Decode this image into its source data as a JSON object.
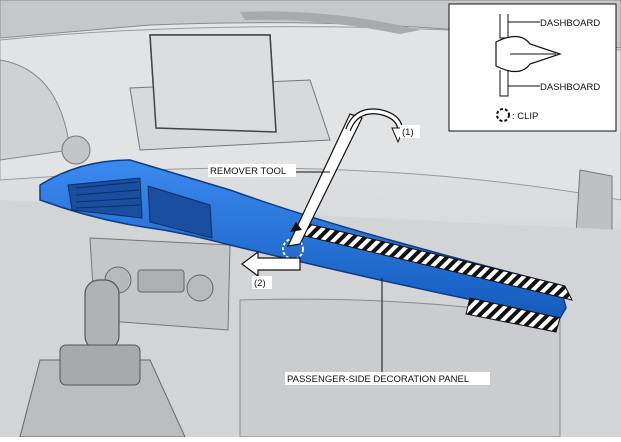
{
  "labels": {
    "remover_tool": "REMOVER TOOL",
    "step1": "(1)",
    "step2": "(2)",
    "panel": "PASSENGER-SIDE DECORATION PANEL"
  },
  "legend": {
    "dashboard_top": "DASHBOARD",
    "dashboard_bottom": "DASHBOARD",
    "clip": ": CLIP"
  },
  "colors": {
    "panel_blue": "#1e6fd6",
    "interior_gray": "#d9dadb",
    "outline": "#222222"
  }
}
